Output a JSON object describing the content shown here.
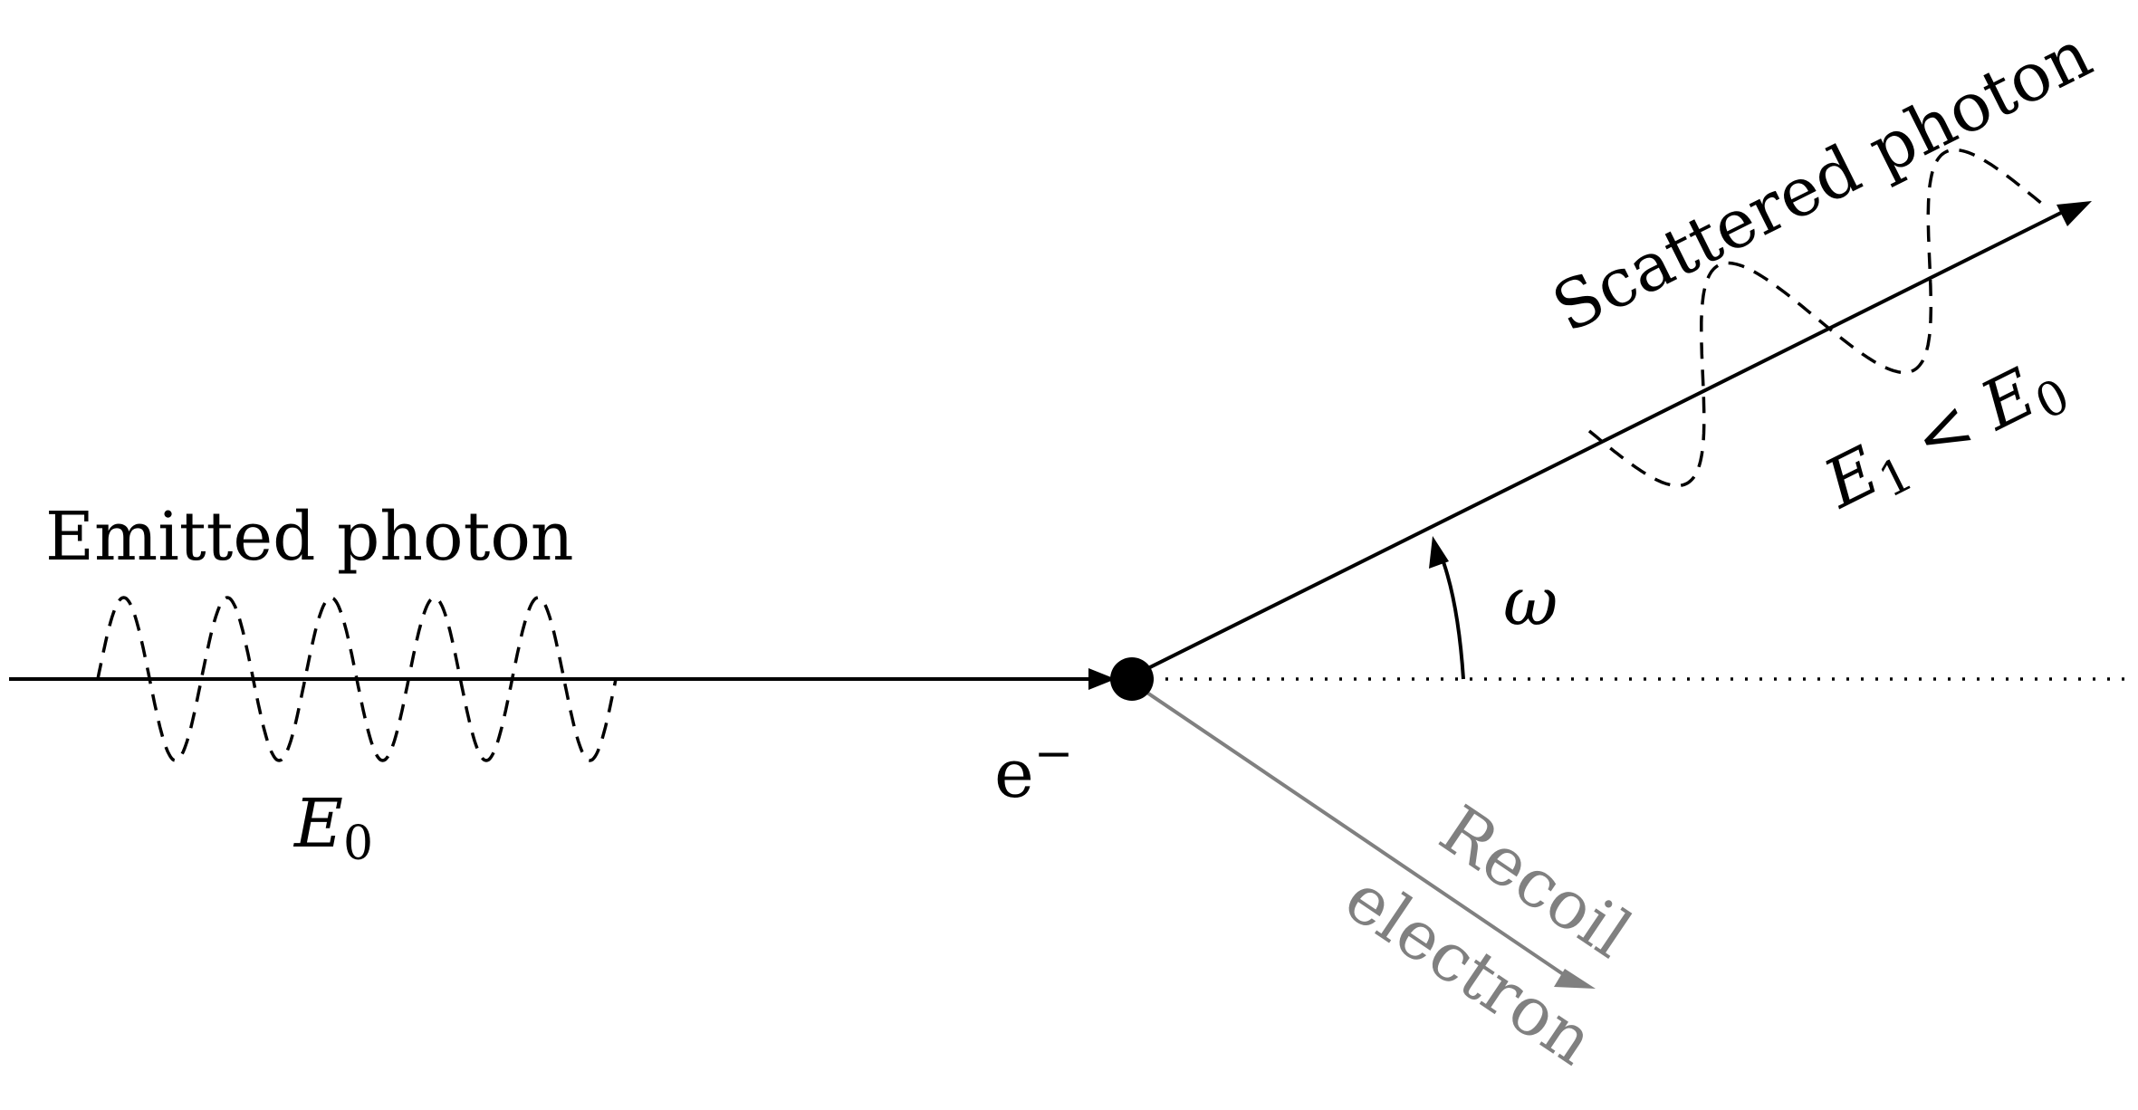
{
  "diagram": {
    "emitted_label": "Emitted photon",
    "incident_energy": {
      "symbol": "E",
      "subscript": "0"
    },
    "electron_label": {
      "base": "e",
      "superscript": "−"
    },
    "angle_label": "ω",
    "scattered_label": "Scattered photon",
    "scattered_energy": {
      "left": "E",
      "left_sub": "1",
      "relation": "<",
      "right": "E",
      "right_sub": "0"
    },
    "recoil_label": {
      "line1": "Recoil",
      "line2": "electron"
    },
    "colors": {
      "ink": "#000000",
      "recoil": "#808080",
      "background": "#ffffff"
    }
  }
}
